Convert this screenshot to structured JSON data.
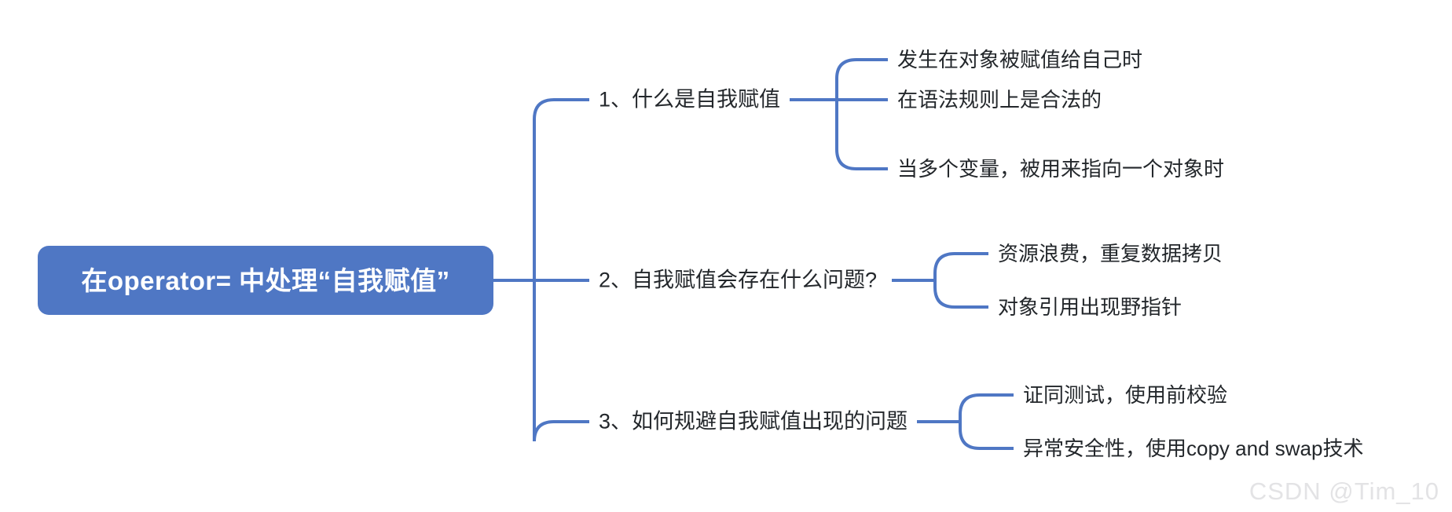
{
  "diagram": {
    "type": "mindmap",
    "orientation": "left-to-right",
    "colors": {
      "root_fill": "#4f77c4",
      "root_text": "#ffffff",
      "connector": "#4f77c4",
      "node_text": "#23272b",
      "background": "#ffffff",
      "watermark_text": "#e3e3e5"
    },
    "root": {
      "label": "在operator= 中处理“自我赋值”"
    },
    "branches": [
      {
        "label": "1、什么是自我赋值",
        "children": [
          {
            "label": "发生在对象被赋值给自己时"
          },
          {
            "label": "在语法规则上是合法的"
          },
          {
            "label": "当多个变量，被用来指向一个对象时"
          }
        ]
      },
      {
        "label": "2、自我赋值会存在什么问题?",
        "children": [
          {
            "label": "资源浪费，重复数据拷贝"
          },
          {
            "label": "对象引用出现野指针"
          }
        ]
      },
      {
        "label": "3、如何规避自我赋值出现的问题",
        "children": [
          {
            "label": "证同测试，使用前校验"
          },
          {
            "label": "异常安全性，使用copy and swap技术"
          }
        ]
      }
    ]
  },
  "watermark": {
    "text": "CSDN @Tim_10"
  }
}
